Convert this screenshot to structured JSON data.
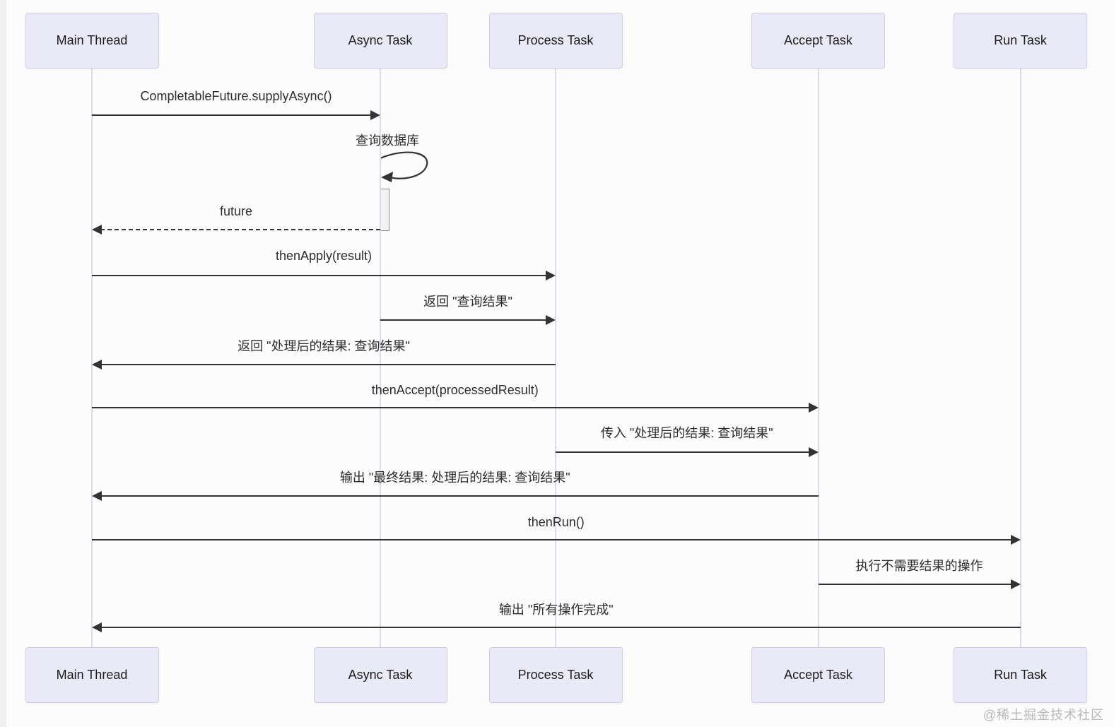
{
  "diagram": {
    "participants": [
      {
        "id": "main",
        "label": "Main Thread"
      },
      {
        "id": "async",
        "label": "Async Task"
      },
      {
        "id": "process",
        "label": "Process Task"
      },
      {
        "id": "accept",
        "label": "Accept Task"
      },
      {
        "id": "run",
        "label": "Run Task"
      }
    ],
    "messages": [
      {
        "from": "main",
        "to": "async",
        "type": "solid",
        "label": "CompletableFuture.supplyAsync()"
      },
      {
        "from": "async",
        "to": "async",
        "type": "self",
        "label": "查询数据库"
      },
      {
        "from": "async",
        "to": "main",
        "type": "dashed",
        "label": "future"
      },
      {
        "from": "main",
        "to": "process",
        "type": "solid",
        "label": "thenApply(result)"
      },
      {
        "from": "async",
        "to": "process",
        "type": "solid",
        "label": "返回 \"查询结果\""
      },
      {
        "from": "process",
        "to": "main",
        "type": "solid",
        "label": "返回 \"处理后的结果: 查询结果\""
      },
      {
        "from": "main",
        "to": "accept",
        "type": "solid",
        "label": "thenAccept(processedResult)"
      },
      {
        "from": "process",
        "to": "accept",
        "type": "solid",
        "label": "传入 \"处理后的结果: 查询结果\""
      },
      {
        "from": "accept",
        "to": "main",
        "type": "solid",
        "label": "输出 \"最终结果: 处理后的结果: 查询结果\""
      },
      {
        "from": "main",
        "to": "run",
        "type": "solid",
        "label": "thenRun()"
      },
      {
        "from": "accept",
        "to": "run",
        "type": "solid",
        "label": "执行不需要结果的操作"
      },
      {
        "from": "run",
        "to": "main",
        "type": "solid",
        "label": "输出 \"所有操作完成\""
      }
    ],
    "activation": {
      "participant": "async"
    }
  },
  "watermark": "@稀土掘金技术社区",
  "colors": {
    "participant_fill": "#e9e9f8",
    "participant_border": "#d2d0e8",
    "lifeline": "#dcdaf0",
    "arrow": "#333333",
    "text": "#2d2d2d",
    "watermark": "#b9b9b9",
    "background": "#fcfcfc"
  }
}
